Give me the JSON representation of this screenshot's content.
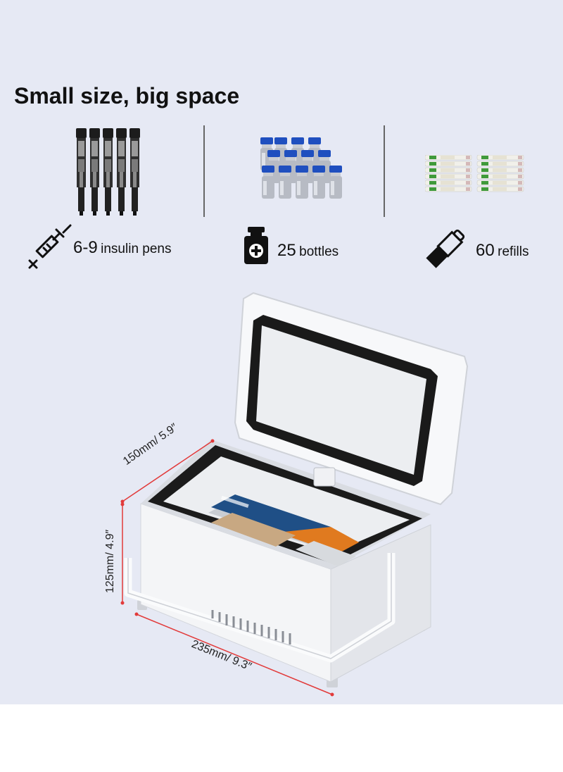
{
  "headline": "Small size, big space",
  "features": [
    {
      "icon": "syringe-icon",
      "number": "6-9",
      "unit": "insulin pens"
    },
    {
      "icon": "bottle-icon",
      "number": "25",
      "unit": "bottles"
    },
    {
      "icon": "refill-icon",
      "number": "60",
      "unit": "refills"
    }
  ],
  "dimensions": {
    "depth": "150mm/ 5.9″",
    "height": "125mm/ 4.9″",
    "width": "235mm/ 9.3″"
  },
  "colors": {
    "panel": "#e6e9f4",
    "dimension_line": "#e23a3a",
    "vial_cap": "#1f4fbf"
  }
}
